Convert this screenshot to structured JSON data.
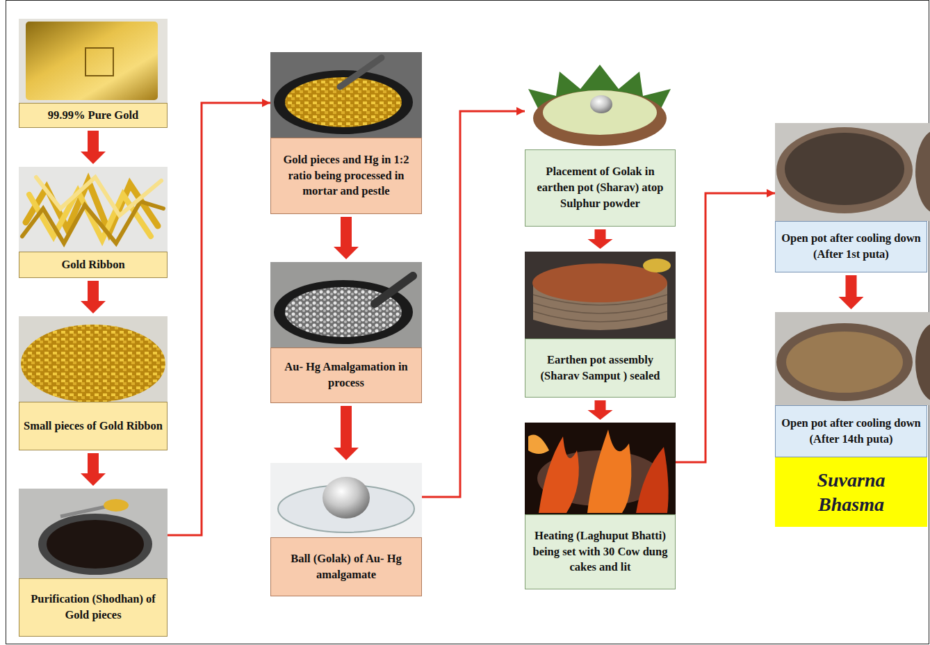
{
  "diagram": {
    "nodes": [
      {
        "text": [
          "99.99% Pure Gold"
        ]
      },
      {
        "text": [
          "Gold Ribbon"
        ]
      },
      {
        "text": [
          "Small pieces of Gold Ribbon"
        ]
      },
      {
        "text": [
          "Purification (Shodhan) of Gold pieces"
        ]
      },
      {
        "text": [
          "Gold pieces and Hg in 1:2 ratio being processed in mortar and pestle"
        ]
      },
      {
        "text": [
          "Au- Hg Amalgamation in process"
        ]
      },
      {
        "text": [
          "Ball (Golak) of Au- Hg amalgamate"
        ]
      },
      {
        "text": [
          "Placement of Golak in earthen pot (Sharav) atop Sulphur powder"
        ]
      },
      {
        "text": [
          "Earthen pot assembly (Sharav Samput ) sealed"
        ]
      },
      {
        "text": [
          "Heating (Laghuput Bhatti) being set with 30 Cow dung cakes and lit"
        ]
      },
      {
        "text": [
          "Open pot after cooling down (After 1st puta)"
        ]
      },
      {
        "text": [
          "Open pot after cooling down (After 14th puta)"
        ]
      },
      {
        "text": [
          "Suvarna Bhasma"
        ]
      }
    ],
    "edges": [
      {
        "from": 0,
        "to": 1,
        "arrow": "to"
      },
      {
        "from": 1,
        "to": 2,
        "arrow": "to"
      },
      {
        "from": 2,
        "to": 3,
        "arrow": "to"
      },
      {
        "from": 3,
        "to": 4,
        "arrow": "to"
      },
      {
        "from": 4,
        "to": 5,
        "arrow": "to"
      },
      {
        "from": 5,
        "to": 6,
        "arrow": "to"
      },
      {
        "from": 6,
        "to": 7,
        "arrow": "to"
      },
      {
        "from": 7,
        "to": 8,
        "arrow": "to"
      },
      {
        "from": 8,
        "to": 9,
        "arrow": "to"
      },
      {
        "from": 9,
        "to": 10,
        "arrow": "to"
      },
      {
        "from": 10,
        "to": 11,
        "arrow": "to"
      }
    ]
  }
}
